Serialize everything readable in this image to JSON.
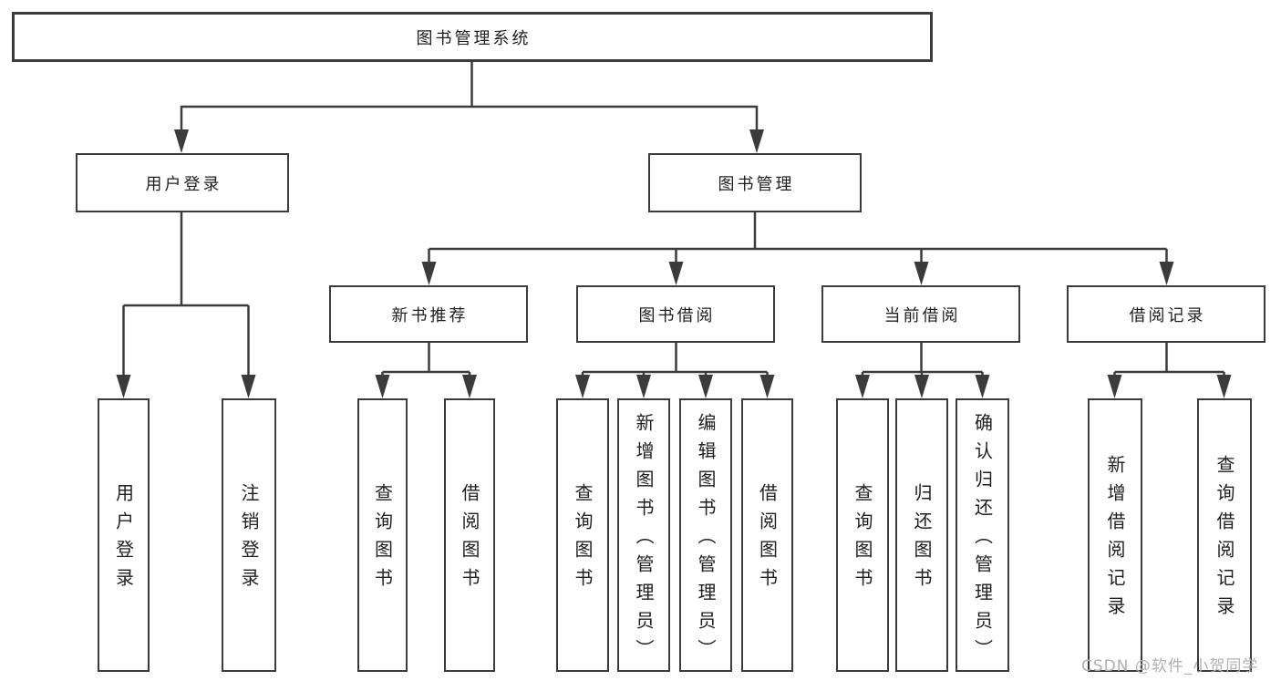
{
  "diagram": {
    "colors": {
      "line": "#3b3b3b",
      "text": "#1f1f1f",
      "background": "#ffffff",
      "watermark": "#b0b0b0"
    },
    "watermark": "CSDN @软件_小贺同学",
    "tree": {
      "label": "图书管理系统",
      "children": [
        {
          "label": "用户登录",
          "children": [
            {
              "label": "用户登录"
            },
            {
              "label": "注销登录"
            }
          ]
        },
        {
          "label": "图书管理",
          "children": [
            {
              "label": "新书推荐",
              "children": [
                {
                  "label": "查询图书"
                },
                {
                  "label": "借阅图书"
                }
              ]
            },
            {
              "label": "图书借阅",
              "children": [
                {
                  "label": "查询图书"
                },
                {
                  "label": "新增图书（管理员）"
                },
                {
                  "label": "编辑图书（管理员）"
                },
                {
                  "label": "借阅图书"
                }
              ]
            },
            {
              "label": "当前借阅",
              "children": [
                {
                  "label": "查询图书"
                },
                {
                  "label": "归还图书"
                },
                {
                  "label": "确认归还（管理员）"
                }
              ]
            },
            {
              "label": "借阅记录",
              "children": [
                {
                  "label": "新增借阅记录"
                },
                {
                  "label": "查询借阅记录"
                }
              ]
            }
          ]
        }
      ]
    }
  }
}
